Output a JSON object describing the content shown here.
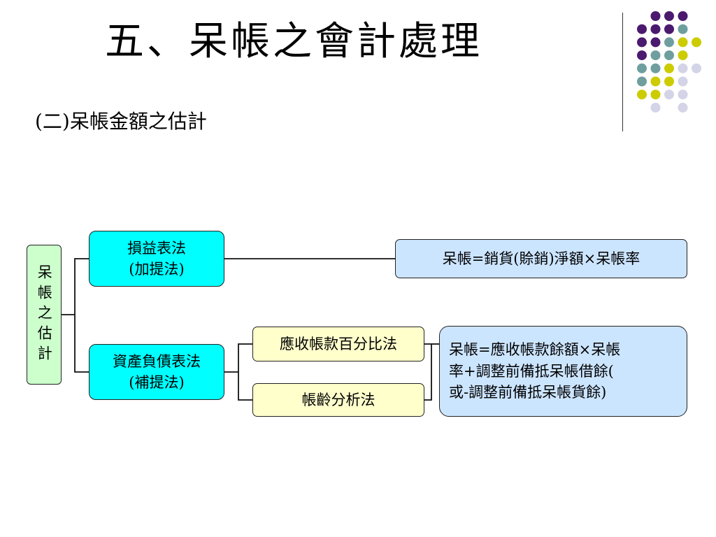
{
  "title": "五、呆帳之會計處理",
  "subtitle": "(二)呆帳金額之估計",
  "diagram": {
    "root": "呆帳之估計",
    "method_1": {
      "line1": "損益表法",
      "line2": "(加提法)"
    },
    "method_2": {
      "line1": "資產負債表法",
      "line2": "(補提法)"
    },
    "submethod_1": "應收帳款百分比法",
    "submethod_2": "帳齡分析法",
    "formula_1": "呆帳=銷貨(賒銷)淨額×呆帳率",
    "formula_2": {
      "line1": "呆帳=應收帳款餘額×呆帳",
      "line2": "率+調整前備抵呆帳借餘(",
      "line3": "或-調整前備抵呆帳貨餘)"
    }
  },
  "colors": {
    "root_fill": "#ccffcc",
    "method_fill": "#00ffff",
    "submethod_fill": "#ffffcc",
    "formula_fill": "#cce5ff",
    "dot_purple": "#4b1a6e",
    "dot_teal": "#6f9e9e",
    "dot_yellow": "#cccc00",
    "dot_lavender": "#d4d4e8"
  }
}
